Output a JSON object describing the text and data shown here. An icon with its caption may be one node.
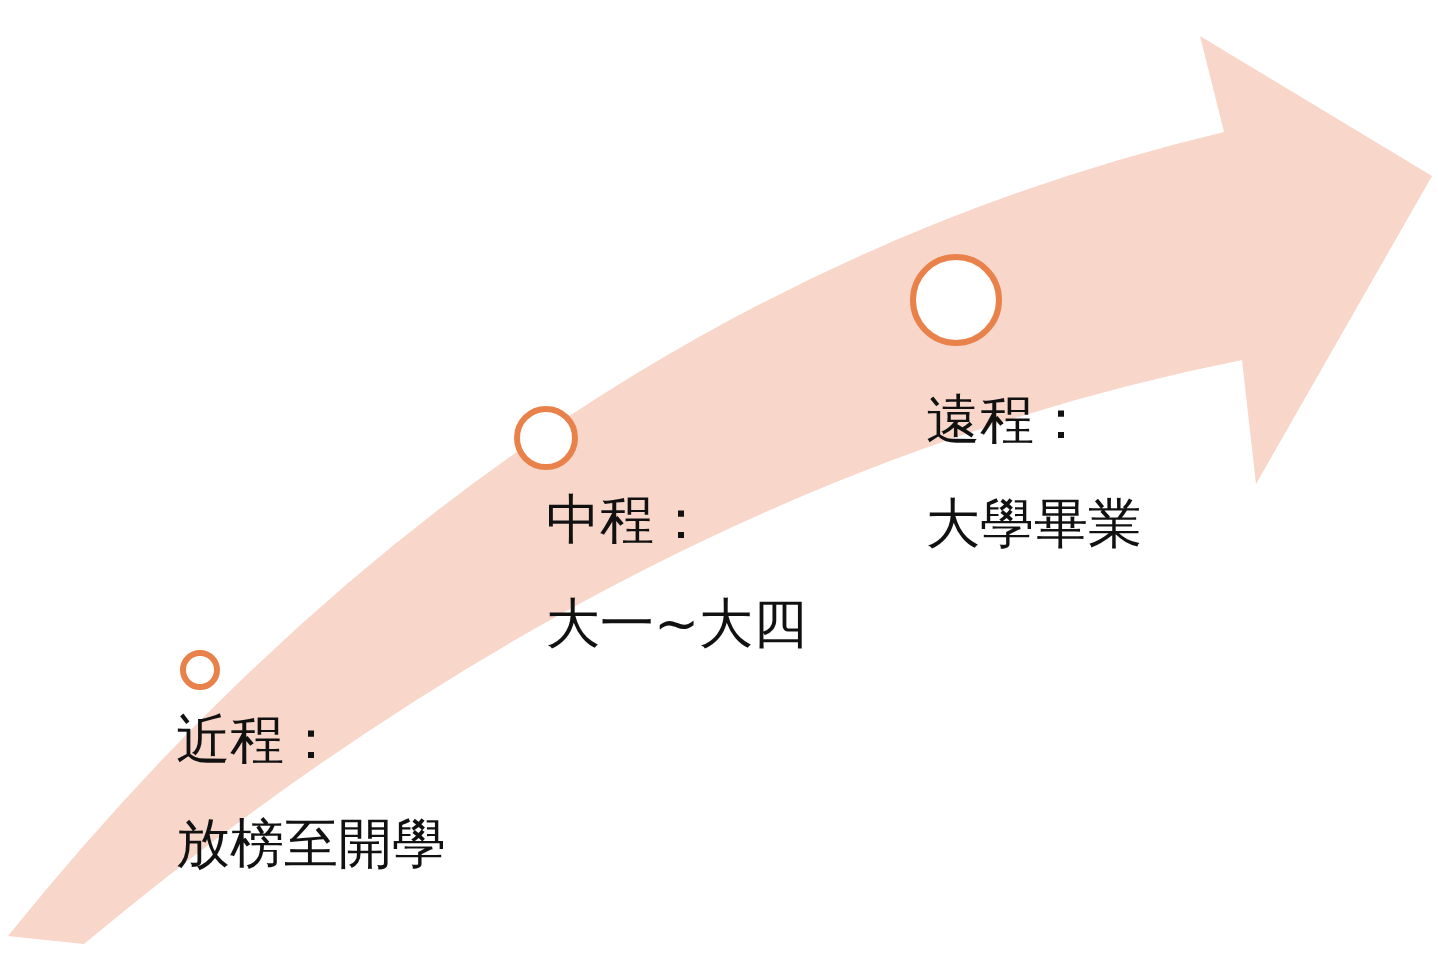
{
  "diagram": {
    "nodes": [
      {
        "text": [],
        "shape": "circle",
        "beside": [
          "近程：",
          "放榜至開學"
        ]
      },
      {
        "text": [],
        "shape": "circle",
        "beside": [
          "中程：",
          "大一~大四"
        ]
      },
      {
        "text": [],
        "shape": "circle",
        "beside": [
          "遠程：",
          "大學畢業"
        ]
      }
    ]
  }
}
